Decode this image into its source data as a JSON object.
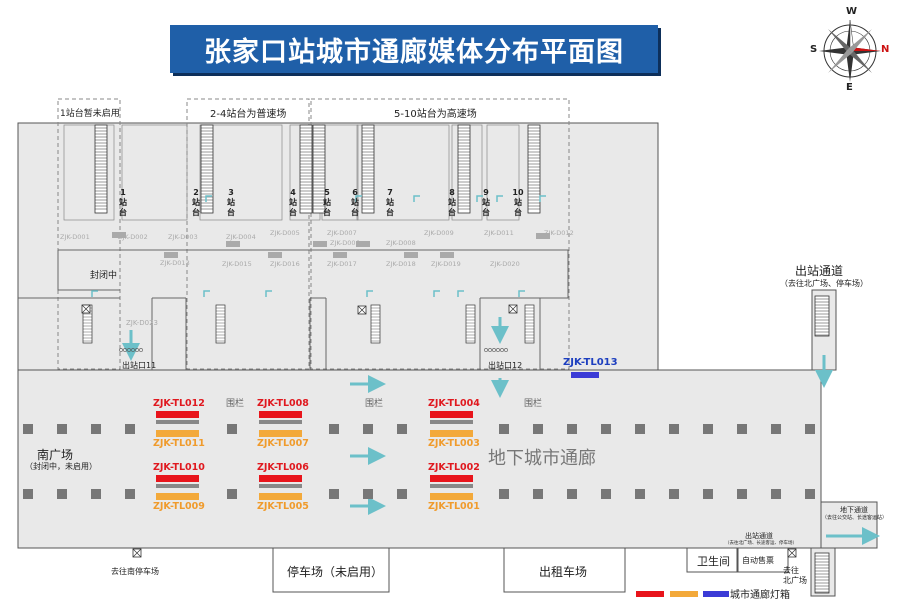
{
  "title": "张家口站城市通廊媒体分布平面图",
  "compass": {
    "N": "N",
    "S": "S",
    "E": "E",
    "W": "W"
  },
  "zones": {
    "z1": "1站台暂未启用",
    "z2": "2-4站台为普速场",
    "z3": "5-10站台为高速场"
  },
  "platforms": [
    {
      "num": "1",
      "word": "站台"
    },
    {
      "num": "2",
      "word": "站台"
    },
    {
      "num": "3",
      "word": "站台"
    },
    {
      "num": "4",
      "word": "站台"
    },
    {
      "num": "5",
      "word": "站台"
    },
    {
      "num": "6",
      "word": "站台"
    },
    {
      "num": "7",
      "word": "站台"
    },
    {
      "num": "8",
      "word": "站台"
    },
    {
      "num": "9",
      "word": "站台"
    },
    {
      "num": "10",
      "word": "站台"
    }
  ],
  "d_codes_top": [
    "ZJK-D001",
    "ZJK-D002",
    "ZJK-D003",
    "ZJK-D004",
    "ZJK-D005",
    "ZJK-D007",
    "ZJK-D006",
    "ZJK-D008",
    "ZJK-D009",
    "ZJK-D011",
    "ZJK-D012"
  ],
  "d_codes_bottom": [
    "ZJK-D013",
    "ZJK-D015",
    "ZJK-D016",
    "ZJK-D017",
    "ZJK-D018",
    "ZJK-D019",
    "ZJK-D020"
  ],
  "d_code_left": "ZJK-D023",
  "closed_label": "封闭中",
  "exit11": "出站口11",
  "exit12": "出站口12",
  "fence_labels": [
    "围栏",
    "围栏",
    "围栏"
  ],
  "exit_passage": {
    "title": "出站通道",
    "sub": "（去往北广场、停车场）"
  },
  "south_plaza": {
    "title": "南广场",
    "sub": "（封闭中，未启用）"
  },
  "corridor": "地下城市通廊",
  "tl013": "ZJK-TL013",
  "tl_red": [
    "ZJK-TL012",
    "ZJK-TL008",
    "ZJK-TL004",
    "ZJK-TL010",
    "ZJK-TL006",
    "ZJK-TL002"
  ],
  "tl_orange": [
    "ZJK-TL011",
    "ZJK-TL007",
    "ZJK-TL003",
    "ZJK-TL009",
    "ZJK-TL005",
    "ZJK-TL001"
  ],
  "parking": "停车场（未启用）",
  "taxi": "出租车场",
  "toilet": "卫生间",
  "ticket": "自动售票",
  "south_parking_exit": "去往南停车场",
  "north_plaza_exit": "去往\n北广场",
  "underground_passage": {
    "title": "地下通道",
    "sub": "（去往公交站、长途客运站）"
  },
  "exit_small": {
    "title": "出站通道",
    "sub": "（去往北广场、长途客运、停车场）"
  },
  "legend": "城市通廊灯箱",
  "colors": {
    "red": "#e8141b",
    "orange": "#f3a93a",
    "blue": "#3b3bd6",
    "title_bg": "#1f5fa8",
    "teal": "#6cc0c9",
    "code_red": "#e0191f",
    "code_orange": "#f09b2c",
    "tl013": "#1d3fbf"
  }
}
